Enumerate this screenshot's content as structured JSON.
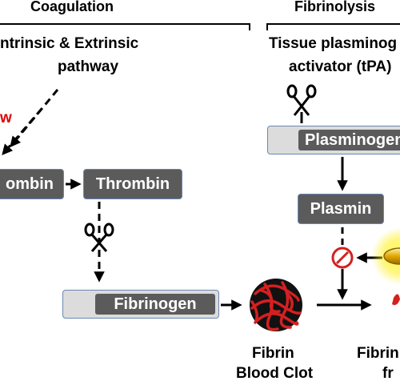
{
  "headers": {
    "coagulation": "Coagulation",
    "fibrinolysis": "Fibrinolysis"
  },
  "labels": {
    "pathway_line1": "ntrinsic & Extrinsic",
    "pathway_line2": "pathway",
    "red_fragment": "w",
    "tpa_line1": "Tissue plasminog",
    "tpa_line2": "activator (tPA)",
    "fibrin_line1": "Fibrin",
    "fibrin_line2": "Blood Clot",
    "fibrin_deg_line1": "Fibrin",
    "fibrin_deg_line2": "fr"
  },
  "boxes": {
    "prothrombin": "ombin",
    "thrombin": "Thrombin",
    "fibrinogen": "Fibrinogen",
    "plasminogen": "Plasminogen",
    "plasmin": "Plasmin"
  },
  "icons": {
    "scissors": "scissors-icon",
    "inhibit": "inhibit-icon",
    "clot": "fibrin-clot-icon",
    "drug": "drug-capsule-icon"
  },
  "colors": {
    "box_dark": "#5b5b5b",
    "box_light": "#dcdcdc",
    "box_border": "#6a86b5",
    "accent_red": "#e00000",
    "clot_red": "#d42020",
    "drug_gold": "#e0a800"
  }
}
